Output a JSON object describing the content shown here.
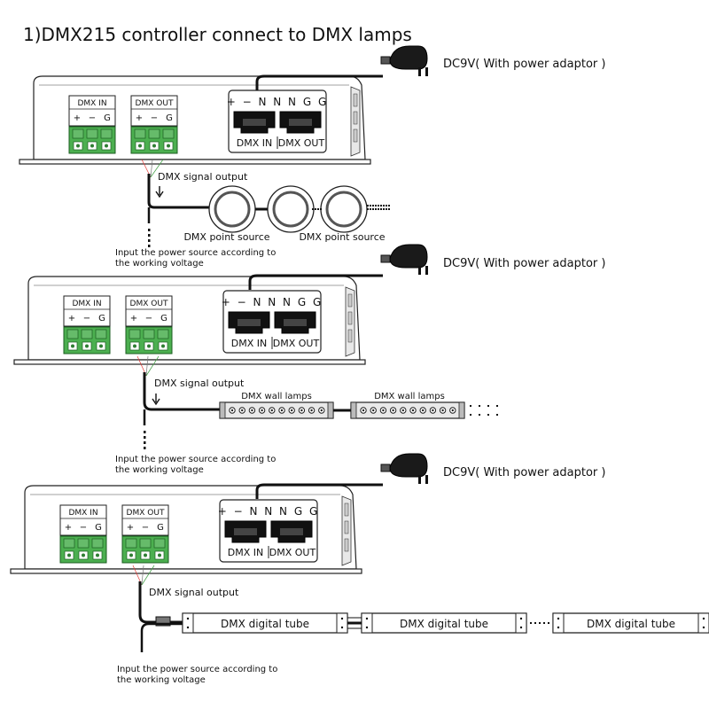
{
  "title": "1)DMX215 controller connect to DMX lamps",
  "adaptor_label": "DC9V( With power adaptor )",
  "controller": {
    "dmx_in_label": "DMX  IN",
    "dmx_out_label": "DMX  OUT",
    "terminal_pins": [
      "+",
      "−",
      "G"
    ],
    "rj45_pins": "+ − N N N G G",
    "rj45_in": "DMX  IN",
    "rj45_out": "DMX  OUT"
  },
  "signal_label": "DMX signal output",
  "power_note": [
    "Input the power source according to",
    "the working voltage"
  ],
  "sections": [
    {
      "type": "point-source",
      "lamp_labels": [
        "DMX point source",
        "DMX point source"
      ]
    },
    {
      "type": "wall-lamp",
      "lamp_labels": [
        "DMX wall lamps",
        "DMX wall lamps"
      ]
    },
    {
      "type": "digital-tube",
      "lamp_labels": [
        "DMX digital tube",
        "DMX digital tube",
        "DMX digital tube"
      ]
    }
  ],
  "colors": {
    "terminal_green": "#4caf50",
    "line": "#111111",
    "adaptor": "#1a1a1a"
  }
}
